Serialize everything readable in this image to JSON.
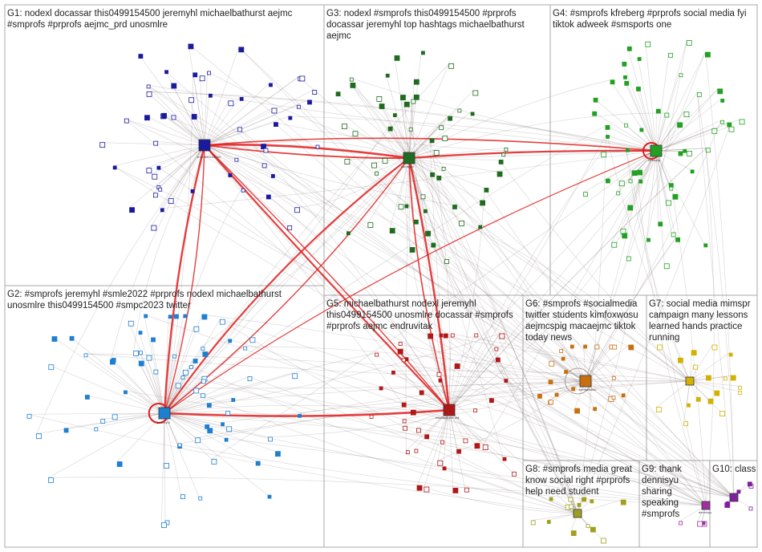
{
  "groups": [
    {
      "id": "G1",
      "label": "G1: nodexl docassar this0499154500 jeremyhl michaelbathurst aejmc",
      "label2": "#smprofs #prprofs aejmc_prd unosmlre",
      "color": "#1a1aa0"
    },
    {
      "id": "G3",
      "label": "G3: nodexl #smprofs this0499154500 #prprofs",
      "label2": "docassar jeremyhl top hashtags michaelbathurst",
      "label3": "aejmc",
      "color": "#1f6b1f"
    },
    {
      "id": "G4",
      "label": "G4: #smprofs kfreberg #prprofs social media fyi",
      "label2": "tiktok adweek #smsports one",
      "color": "#22a022"
    },
    {
      "id": "G2",
      "label": "G2: #smprofs jeremyhl #smle2022 #prprofs nodexl michaelbathurst",
      "label2": "unosmlre this0499154500 #smpc2023 twitter",
      "color": "#1e7fd0"
    },
    {
      "id": "G5",
      "label": "G5: michaelbathurst nodexl jeremyhl",
      "label2": "this0499154500 unosmlre docassar #smprofs",
      "label3": "#prprofs aejmc endruvitak",
      "color": "#b01818"
    },
    {
      "id": "G6",
      "label": "G6: #smprofs #socialmedia",
      "label2": "twitter students kimfoxwosu",
      "label3": "aejmcspig macaejmc tiktok",
      "label4": "today news",
      "color": "#c87010"
    },
    {
      "id": "G7",
      "label": "G7: social media mimspr",
      "label2": "campaign many lessons",
      "label3": "learned hands practice",
      "label4": "running",
      "color": "#d4b000"
    },
    {
      "id": "G8",
      "label": "G8: #smprofs media great",
      "label2": "know social right #prprofs",
      "label3": "help need student",
      "color": "#a0a020"
    },
    {
      "id": "G9",
      "label": "G9: thank",
      "label2": "dennisyu",
      "label3": "sharing",
      "label4": "speaking",
      "label5": "#smprofs",
      "color": "#a030a0"
    },
    {
      "id": "G10",
      "label": "G10: class",
      "color": "#8020a0"
    }
  ],
  "hub_labels": {
    "g1_hub": "this0499154500",
    "g3_hub": "docassar",
    "g4_hub": "kfreberg",
    "g2_hub": "jeremyhl",
    "g5_hub": "michaelbathurst",
    "g6_hub": "kimfoxwosu",
    "g9_hub": "dennisyu"
  }
}
